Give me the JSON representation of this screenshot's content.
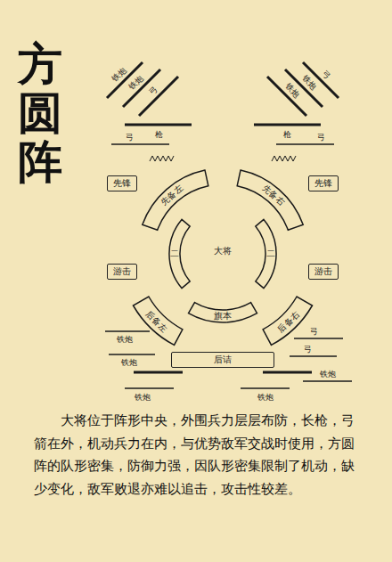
{
  "diagram": {
    "title": "方圆阵",
    "caption": "大将位于阵形中央，外围兵力层层布防，长枪，弓箭在外，机动兵力在内，与优势敌军交战时使用，方圆阵的队形密集，防御力强，因队形密集限制了机动，缺少变化，敌军败退亦难以追击，攻击性较差。",
    "nodes": [
      {
        "text": [
          "先锋"
        ]
      },
      {
        "text": [
          "先备左"
        ]
      },
      {
        "text": [
          "先备右"
        ]
      },
      {
        "text": [
          "先锋"
        ]
      },
      {
        "text": [
          "二"
        ]
      },
      {
        "text": [
          "二"
        ]
      },
      {
        "text": [
          "游击"
        ]
      },
      {
        "text": [
          "游击"
        ]
      },
      {
        "text": [
          "旗本"
        ]
      },
      {
        "text": [
          "后备左"
        ]
      },
      {
        "text": [
          "后备右"
        ]
      },
      {
        "text": [
          "后诘"
        ]
      }
    ],
    "labels": [
      "铁炮",
      "铁炮",
      "弓",
      "弓",
      "铁炮",
      "铁炮",
      "枪",
      "枪",
      "弓",
      "弓",
      "大将",
      "铁炮",
      "铁炮",
      "铁炮",
      "弓",
      "弓",
      "铁炮",
      "铁炮"
    ]
  }
}
